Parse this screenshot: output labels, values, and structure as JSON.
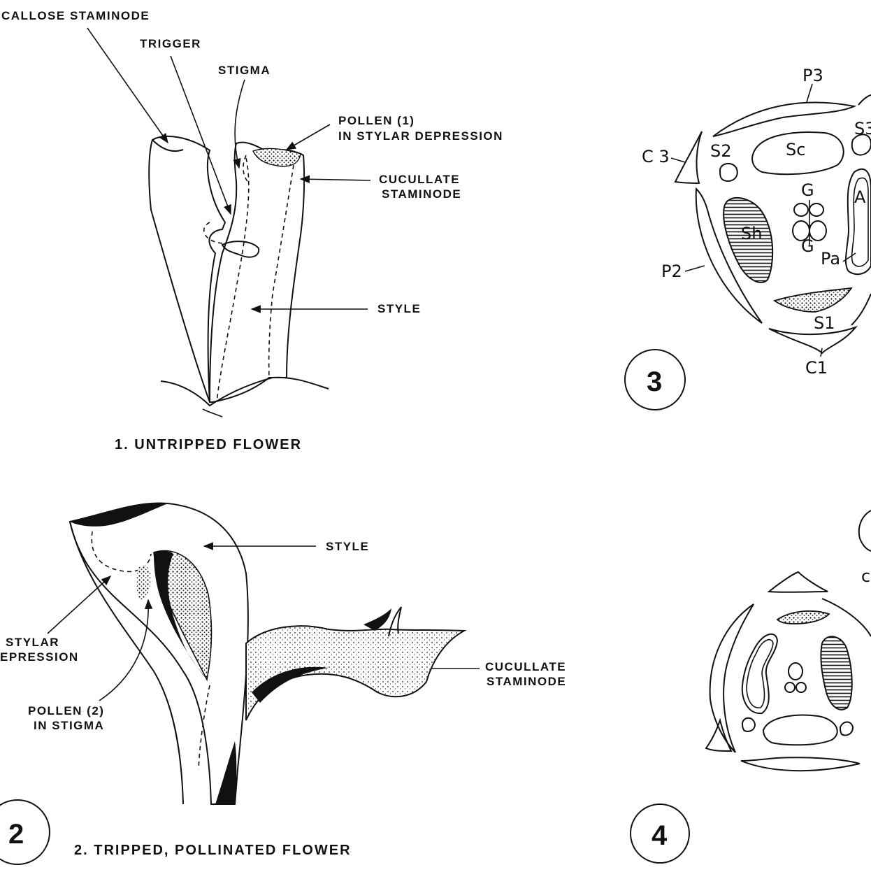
{
  "fig1": {
    "labels": {
      "callose": "CALLOSE STAMINODE",
      "trigger": "TRIGGER",
      "stigma": "STIGMA",
      "pollen_line1": "POLLEN (1)",
      "pollen_line2": "IN STYLAR DEPRESSION",
      "cucullate_line1": "CUCULLATE",
      "cucullate_line2": "STAMINODE",
      "style": "STYLE"
    },
    "caption": "1. UNTRIPPED   FLOWER"
  },
  "fig2": {
    "number": "2",
    "labels": {
      "style": "STYLE",
      "stylar_line1": "STYLAR",
      "stylar_line2": "EPRESSION",
      "pollen_line1": "POLLEN (2)",
      "pollen_line2": "IN STIGMA",
      "cucullate_line1": "CUCULLATE",
      "cucullate_line2": "STAMINODE"
    },
    "caption": "2. TRIPPED, POLLINATED FLOWER"
  },
  "fig3": {
    "number": "3",
    "labels": {
      "p3": "P3",
      "c3": "C 3",
      "s2": "S2",
      "sc": "Sc",
      "s3": "S3",
      "g_top": "G",
      "a": "A",
      "sh": "Sh",
      "g_bottom": "G",
      "pa": "Pa",
      "p2": "P2",
      "s1": "S1",
      "c1": "C1"
    }
  },
  "fig4": {
    "number": "4",
    "edge_letter": "c"
  }
}
